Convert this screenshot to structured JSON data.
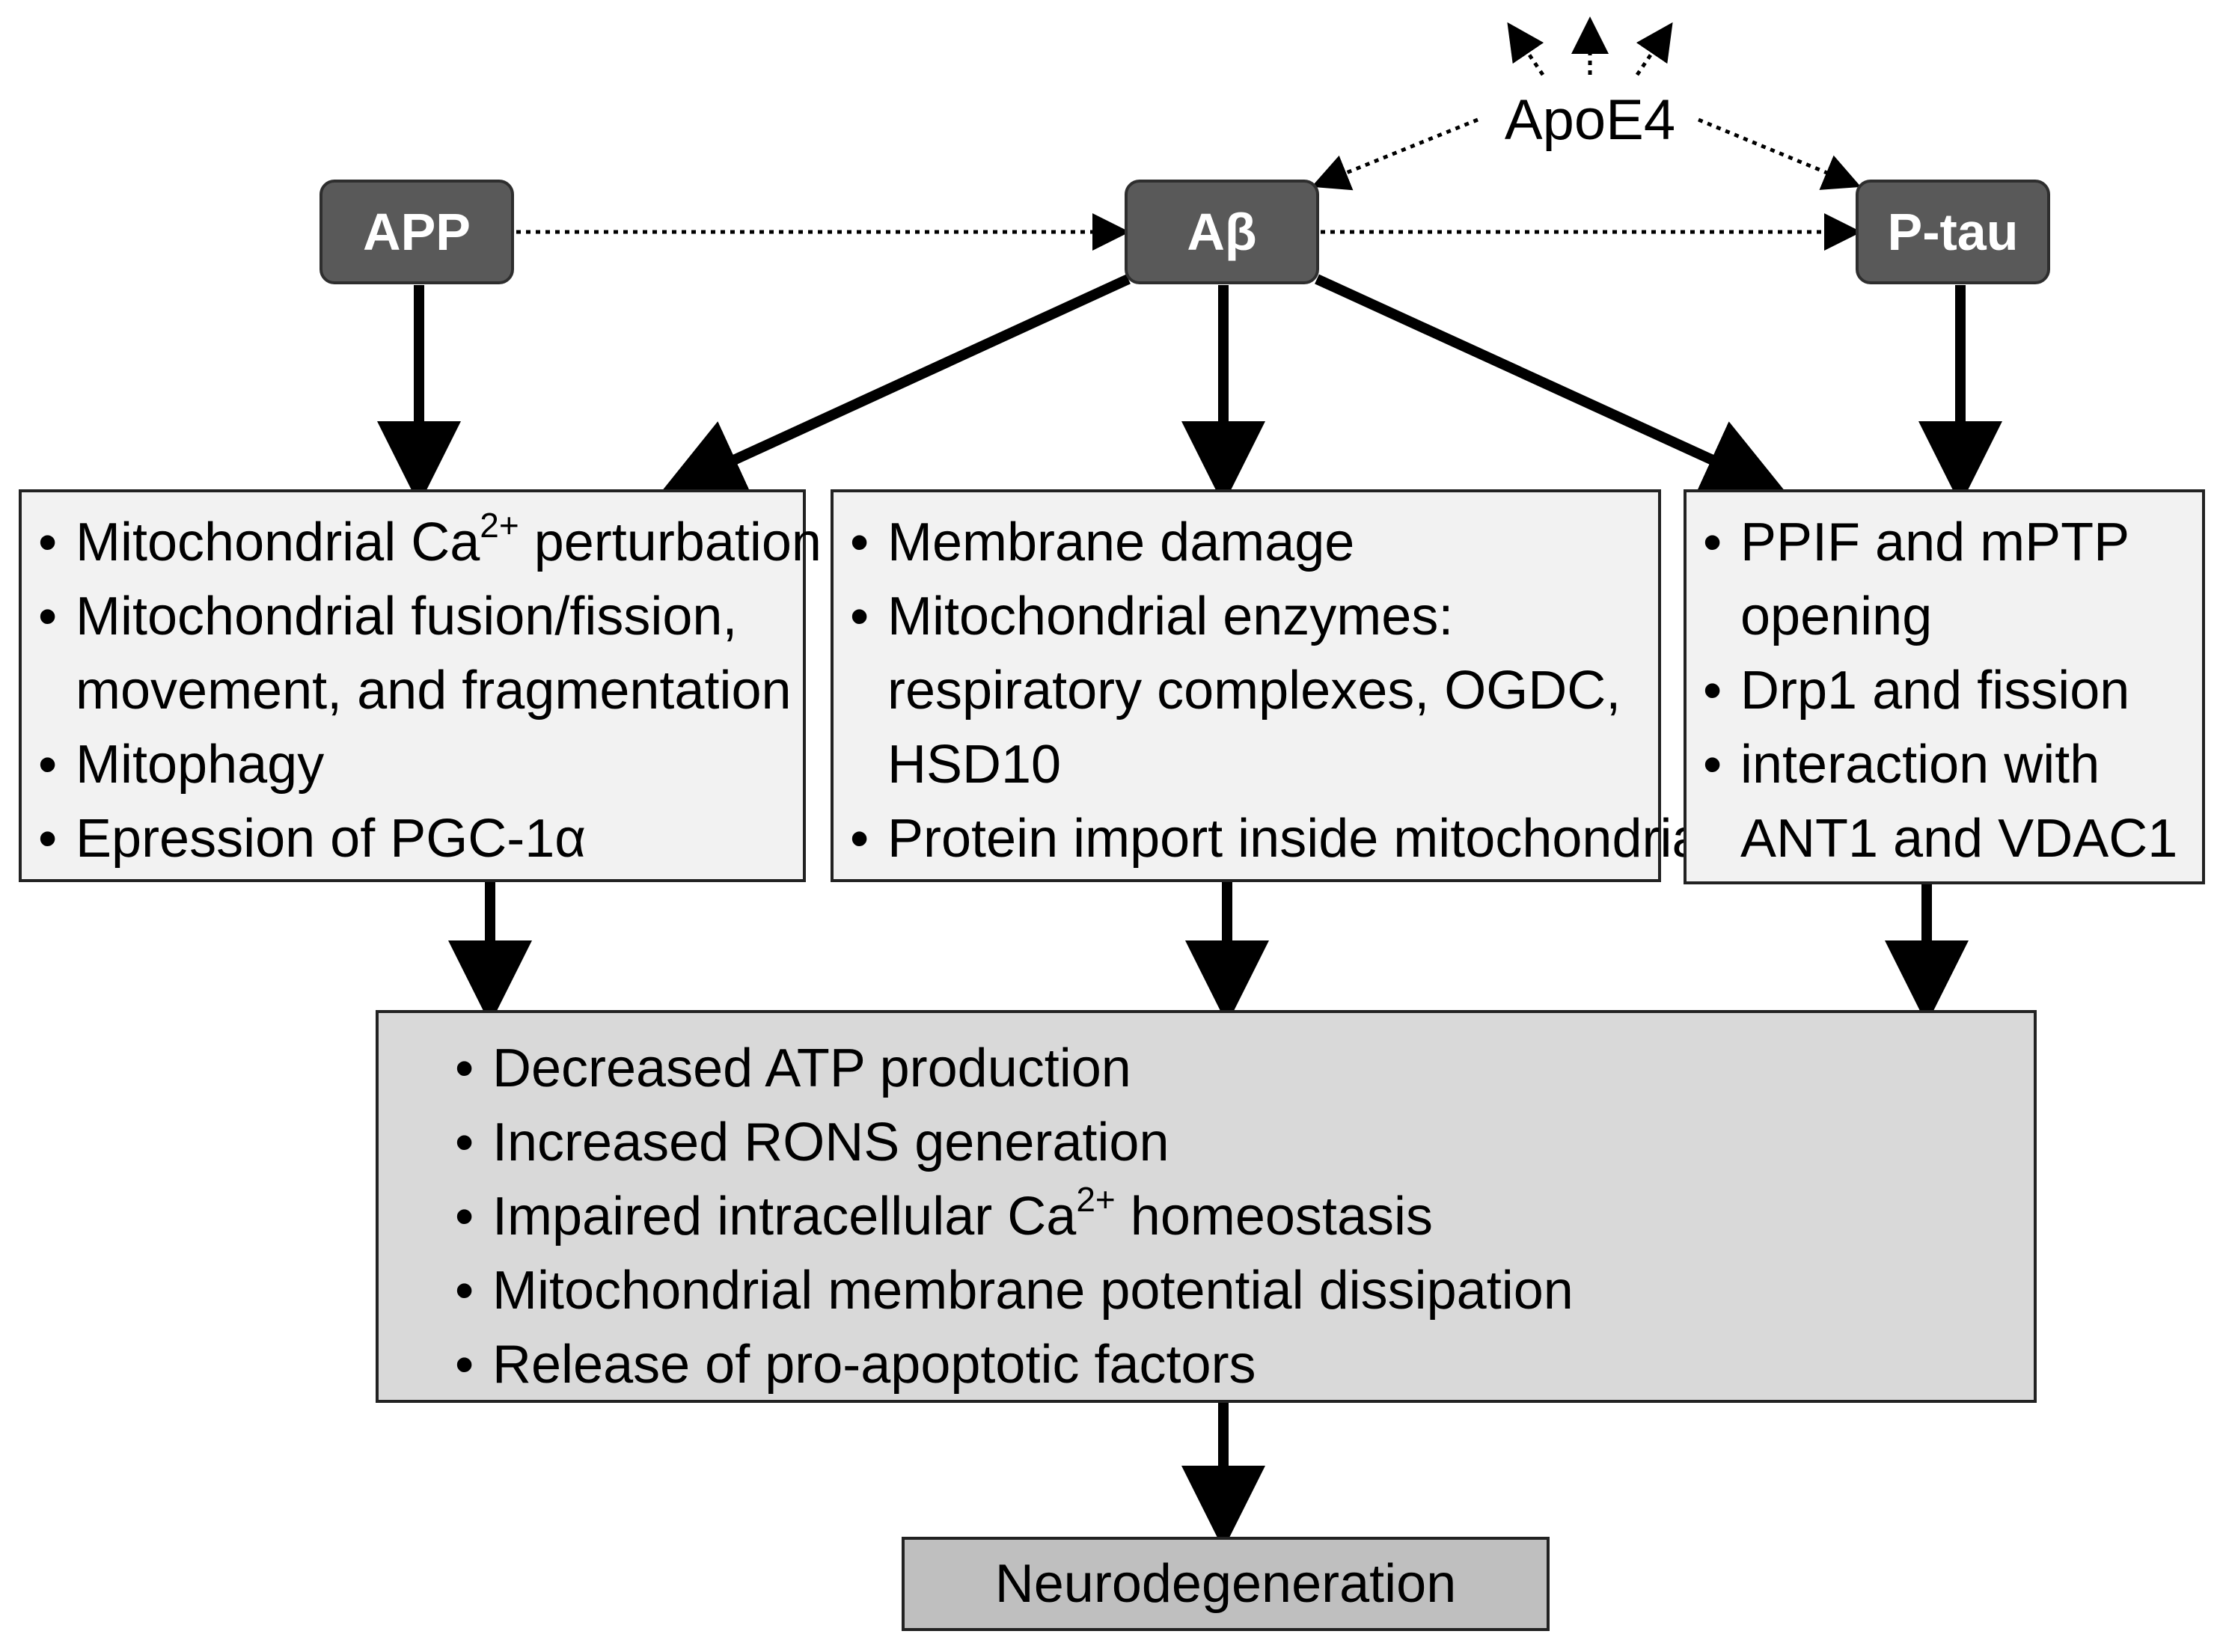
{
  "nodes": {
    "app": "APP",
    "abeta": "Aβ",
    "ptau": "P-tau",
    "apoe4": "ApoE4"
  },
  "box_left": {
    "items": [
      {
        "lines": [
          "Mitochondrial Ca"
        ],
        "sup": "2+",
        "suffix": " perturbation"
      },
      {
        "lines": [
          "Mitochondrial fusion/fission,",
          "movement, and fragmentation"
        ]
      },
      {
        "lines": [
          "Mitophagy"
        ]
      },
      {
        "lines": [
          "Epression of PGC-1α"
        ]
      }
    ]
  },
  "box_middle": {
    "items": [
      {
        "lines": [
          "Membrane damage"
        ]
      },
      {
        "lines": [
          "Mitochondrial enzymes:",
          "respiratory complexes, OGDC,",
          "HSD10"
        ]
      },
      {
        "lines": [
          "Protein import inside mitochondria"
        ]
      }
    ]
  },
  "box_right": {
    "items": [
      {
        "lines": [
          "PPIF and mPTP",
          "opening"
        ]
      },
      {
        "lines": [
          "Drp1 and fission"
        ]
      },
      {
        "lines": [
          "interaction with",
          "ANT1 and VDAC1"
        ]
      }
    ]
  },
  "box_outcome": {
    "items": [
      {
        "lines": [
          "Decreased ATP production"
        ]
      },
      {
        "lines": [
          "Increased RONS generation"
        ]
      },
      {
        "lines": [
          "Impaired intracellular Ca"
        ],
        "sup": "2+",
        "suffix": " homeostasis"
      },
      {
        "lines": [
          "Mitochondrial membrane potential dissipation"
        ]
      },
      {
        "lines": [
          "Release of pro-apoptotic factors"
        ]
      }
    ]
  },
  "final": "Neurodegeneration",
  "bullet_char": "•",
  "colors": {
    "node_fill": "#595959",
    "box_fill": "#f2f2f2",
    "outcome_fill": "#d9d9d9",
    "final_fill": "#bfbfbf",
    "arrow": "#000000"
  }
}
